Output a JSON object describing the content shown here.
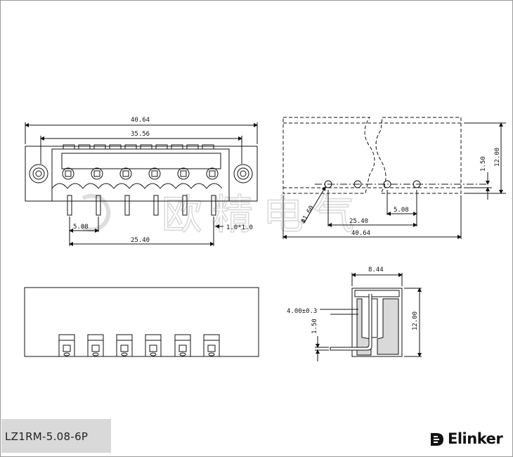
{
  "drawing": {
    "model": "LZ1RM-5.08-6P",
    "brand": "Elinker",
    "watermark": "欧精电气",
    "front_view": {
      "overall_width": "40.64",
      "flange_pitch": "35.56",
      "pin_pitch": "5.08",
      "pin_span": "25.40",
      "pin_size": "1.0*1.0"
    },
    "pcb_layout": {
      "hole_diameter": "Φ1.60",
      "hole_pitch": "5.08",
      "hole_span": "25.40",
      "overall_width": "40.64",
      "hole_offset": "1.50",
      "height": "12.00"
    },
    "side_view": {
      "depth": "8.44",
      "pin_length": "4.00±0.3",
      "pin_offset": "1.50",
      "height": "12.00"
    }
  }
}
